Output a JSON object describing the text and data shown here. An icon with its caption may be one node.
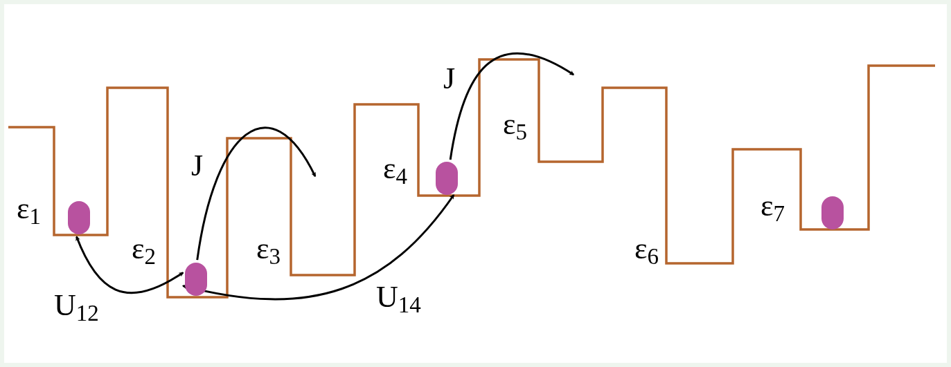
{
  "diagram": {
    "nodes": [
      {
        "text": [],
        "shape": "circle"
      },
      {
        "text": [],
        "shape": "circle"
      },
      {
        "text": [],
        "shape": "circle"
      },
      {
        "text": [],
        "shape": "circle"
      }
    ],
    "edges": [
      {
        "from": 0,
        "to": 1,
        "arrow": "both",
        "label": "U$_{12}$"
      },
      {
        "from": 1,
        "to": 2,
        "arrow": "both",
        "label": "U$_{14}$"
      },
      {
        "from": 1,
        "to": null,
        "arrow": "to",
        "label": "J"
      },
      {
        "from": 2,
        "to": null,
        "arrow": "to",
        "label": "J"
      }
    ],
    "labels": [
      "ε$_{1}$",
      "ε$_{2}$",
      "ε$_{3}$",
      "ε$_{4}$",
      "ε$_{5}$",
      "ε$_{6}$",
      "ε$_{7}$"
    ]
  }
}
